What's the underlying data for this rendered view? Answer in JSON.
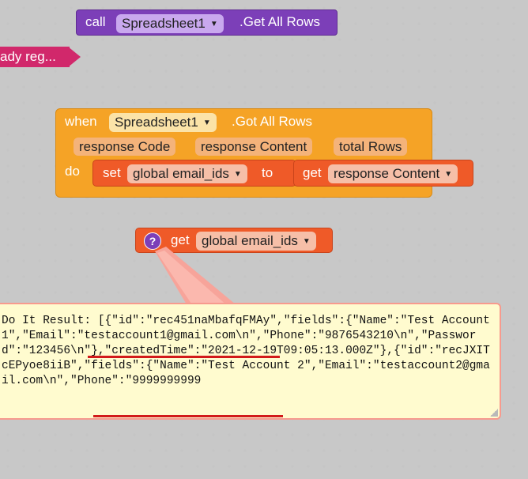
{
  "call_block": {
    "keyword": "call",
    "component": "Spreadsheet1",
    "method": ".Get All Rows"
  },
  "pink_block": {
    "label": "ady reg..."
  },
  "event_block": {
    "when": "when",
    "component": "Spreadsheet1",
    "event": ".Got All Rows",
    "params": [
      "response Code",
      "response Content",
      "total Rows"
    ],
    "do": "do",
    "set": "set",
    "set_var": "global email_ids",
    "to": "to",
    "get": "get",
    "get_var": "response Content"
  },
  "get_global_block": {
    "icon": "?",
    "get": "get",
    "var": "global email_ids"
  },
  "result_bubble": {
    "text": "Do It Result: [{\"id\":\"rec451naMbafqFMAy\",\"fields\":{\"Name\":\"Test Account 1\",\"Email\":\"testaccount1@gmail.com\\n\",\"Phone\":\"9876543210\\n\",\"Password\":\"123456\\n\"},\"createdTime\":\"2021-12-19T09:05:13.000Z\"},{\"id\":\"recJXITcEPyoe8iiB\",\"fields\":{\"Name\":\"Test Account 2\",\"Email\":\"testaccount2@gmail.com\\n\",\"Phone\":\"9999999999"
  },
  "colors": {
    "purple": "#7c3fb8",
    "orange": "#f5a326",
    "red_orange": "#ef5a28",
    "pink": "#d1286b",
    "bubble_bg": "#fffbcf",
    "bubble_border": "#f79a8e",
    "underline": "#d21a1a"
  }
}
